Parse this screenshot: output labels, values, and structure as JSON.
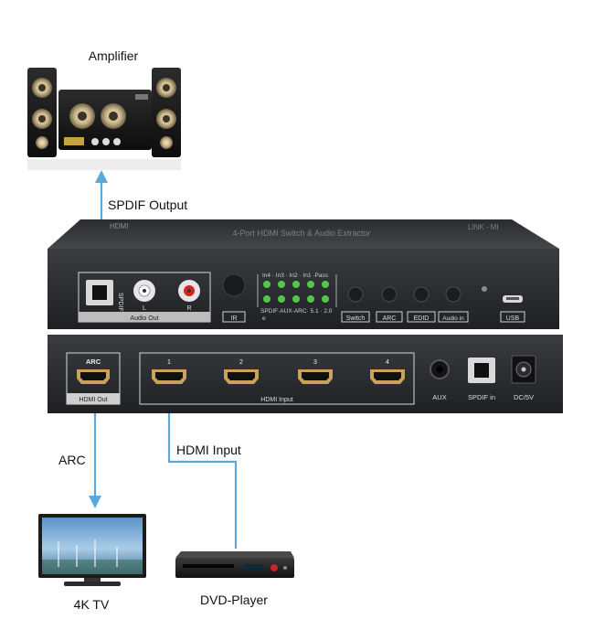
{
  "labels": {
    "amplifier": "Amplifier",
    "spdif_output": "SPDIF Output",
    "arc": "ARC",
    "hdmi_input": "HDMI Input",
    "tv": "4K TV",
    "dvd": "DVD-Player"
  },
  "device": {
    "top_title": "4-Port HDMI Switch & Audio Extractor",
    "top_brand": "HDMI",
    "top_model": "LINK - MI",
    "spdif_port": "SPDIF",
    "audio_l": "L",
    "audio_r": "R",
    "audio_out": "Audio Out",
    "ir": "IR",
    "led_top_row": "In4 · In3 · In2 · In1 ·Pass",
    "led_bottom_row": "SPDIF·AUX·ARC· 5.1 · 2.0",
    "led_bottom_extra": "e",
    "buttons": [
      "Switch",
      "ARC",
      "EDID",
      "Audio in"
    ],
    "usb": "USB",
    "arc_port": "ARC",
    "hdmi_out": "HDMI Out",
    "hdmi_ports": [
      "1",
      "2",
      "3",
      "4"
    ],
    "hdmi_input_label": "HDMI Input",
    "aux": "AUX",
    "spdif_in": "SPDIF in",
    "dc": "DC/5V"
  },
  "colors": {
    "arrow": "#5aa8dc",
    "device_body": "#2b2d30",
    "led": "#4ec94a"
  }
}
